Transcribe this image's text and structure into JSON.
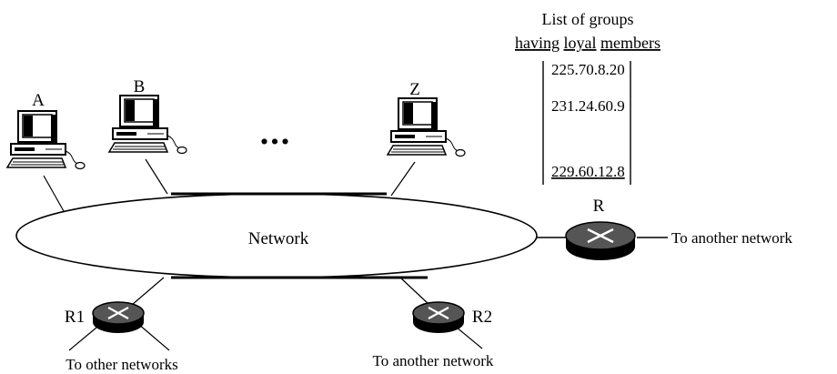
{
  "list": {
    "title_line1": "List of groups",
    "title_word1": "having",
    "title_word2": "loyal",
    "title_word3": "members",
    "ips": [
      "225.70.8.20",
      "231.24.60.9",
      "229.60.12.8"
    ]
  },
  "hosts": {
    "a": "A",
    "b": "B",
    "z": "Z",
    "ellipsis": "..."
  },
  "network_label": "Network",
  "routers": {
    "r": {
      "name": "R",
      "dest": "To another network"
    },
    "r1": {
      "name": "R1",
      "dest": "To other networks"
    },
    "r2": {
      "name": "R2",
      "dest": "To another network"
    }
  }
}
